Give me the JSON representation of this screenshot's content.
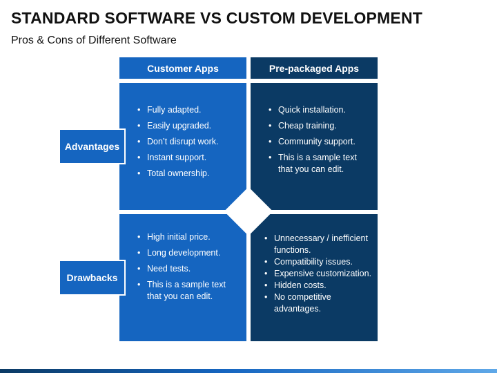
{
  "title": "STANDARD SOFTWARE VS CUSTOM DEVELOPMENT",
  "subtitle": "Pros & Cons of Different Software",
  "columns": {
    "left_header": "Customer Apps",
    "right_header": "Pre-packaged Apps"
  },
  "rows": {
    "advantages_label": "Advantages",
    "drawbacks_label": "Drawbacks"
  },
  "quadrants": {
    "customer_advantages": [
      "Fully adapted.",
      "Easily upgraded.",
      "Don’t disrupt work.",
      "Instant support.",
      "Total ownership."
    ],
    "prepackaged_advantages": [
      "Quick installation.",
      "Cheap training.",
      "Community support.",
      "This is a sample text that you can edit."
    ],
    "customer_drawbacks": [
      "High initial price.",
      "Long development.",
      "Need tests.",
      "This is a sample text that you can edit."
    ],
    "prepackaged_drawbacks": [
      "Unnecessary / inefficient functions.",
      "Compatibility issues.",
      "Expensive customization.",
      "Hidden costs.",
      "No competitive advantages."
    ]
  },
  "colors": {
    "light_blue": "#1565c0",
    "dark_blue": "#0b3a64"
  }
}
